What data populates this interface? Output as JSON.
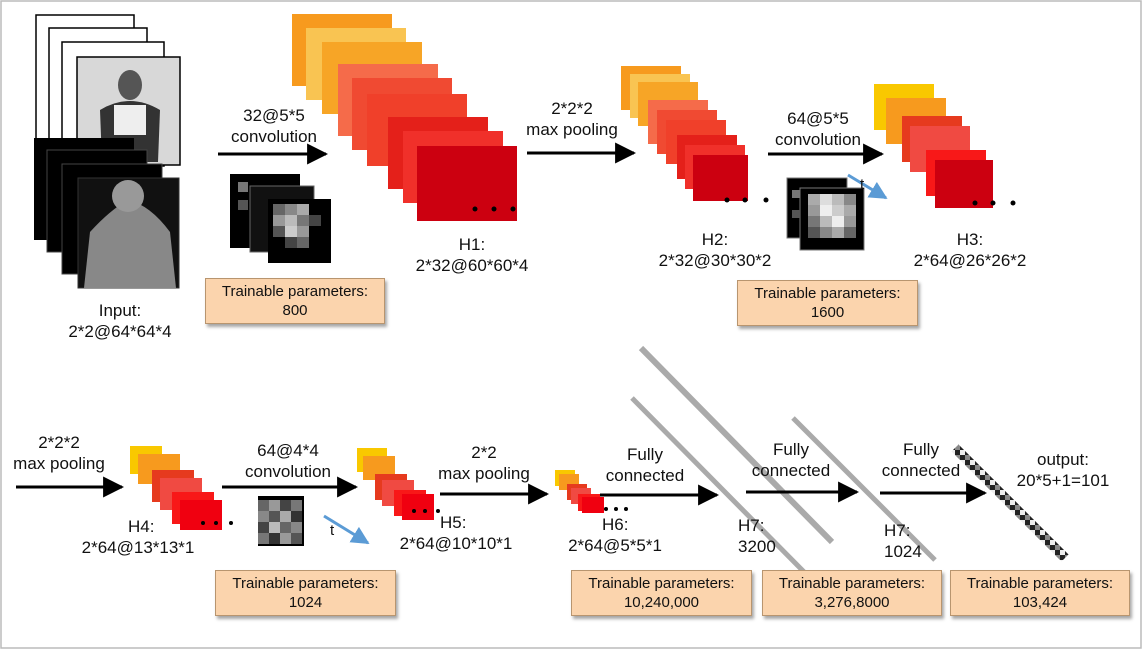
{
  "input": {
    "title": "Input:",
    "dims": "2*2@64*64*4"
  },
  "layers": [
    {
      "title": "H1:",
      "dims": "2*32@60*60*4"
    },
    {
      "title": "H2:",
      "dims": "2*32@30*30*2"
    },
    {
      "title": "H3:",
      "dims": "2*64@26*26*2"
    },
    {
      "title": "H4:",
      "dims": "2*64@13*13*1"
    },
    {
      "title": "H5:",
      "dims": "2*64@10*10*1"
    },
    {
      "title": "H6:",
      "dims": "2*64@5*5*1"
    },
    {
      "title": "H7:",
      "dims": "3200"
    },
    {
      "title": "H7:",
      "dims": "1024"
    }
  ],
  "output": {
    "title": "output:",
    "dims": "20*5+1=101"
  },
  "operations": [
    {
      "line1": "32@5*5",
      "line2": "convolution"
    },
    {
      "line1": "2*2*2",
      "line2": "max pooling"
    },
    {
      "line1": "64@5*5",
      "line2": "convolution"
    },
    {
      "line1": "2*2*2",
      "line2": "max pooling"
    },
    {
      "line1": "64@4*4",
      "line2": "convolution"
    },
    {
      "line1": "2*2",
      "line2": "max pooling"
    },
    {
      "line1": "Fully",
      "line2": "connected"
    },
    {
      "line1": "Fully",
      "line2": "connected"
    },
    {
      "line1": "Fully",
      "line2": "connected"
    }
  ],
  "time_label": "t",
  "param_label": "Trainable parameters:",
  "params": [
    "800",
    "1600",
    "1024",
    "10,240,000",
    "3,276,8000",
    "103,424"
  ],
  "colors": {
    "yellow": "#f7c842",
    "orange": "#f79a1e",
    "red": "#e8281e",
    "darkred": "#c00010",
    "arrow": "#000000",
    "temporal": "#5b9bd5",
    "paramBox": "#fbd4ad"
  }
}
